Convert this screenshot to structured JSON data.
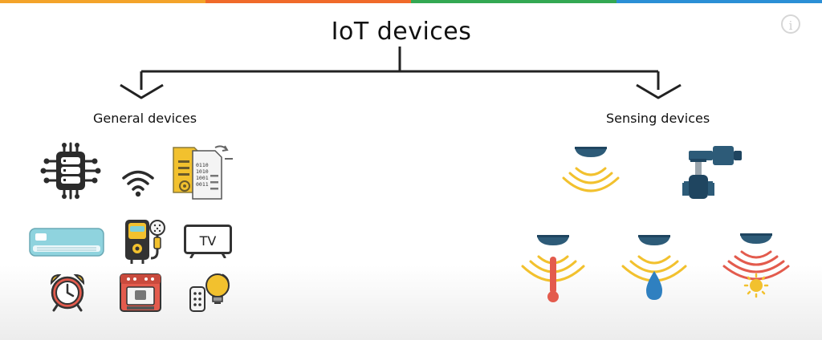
{
  "diagram": {
    "title": "IoT devices",
    "branches": {
      "left": "General devices",
      "right": "Sensing devices"
    }
  },
  "general_devices": {
    "icons": [
      "server-network-icon",
      "wifi-icon",
      "data-documents-icon",
      "air-conditioner-icon",
      "water-heater-icon",
      "tv-icon",
      "alarm-clock-icon",
      "coffee-machine-icon",
      "smart-bulb-remote-icon"
    ],
    "tv_text": "TV",
    "data_text": [
      "0110",
      "1010",
      "1001",
      "0011"
    ]
  },
  "sensing_devices": {
    "icons": [
      "signal-sensor-icon",
      "control-valve-icon",
      "temperature-sensor-icon",
      "humidity-sensor-icon",
      "light-sensor-icon"
    ]
  },
  "colors": {
    "accent_yellow": "#f2c12e",
    "sensor_blue": "#2d5b78",
    "line": "#222222",
    "red": "#e35b4d"
  }
}
